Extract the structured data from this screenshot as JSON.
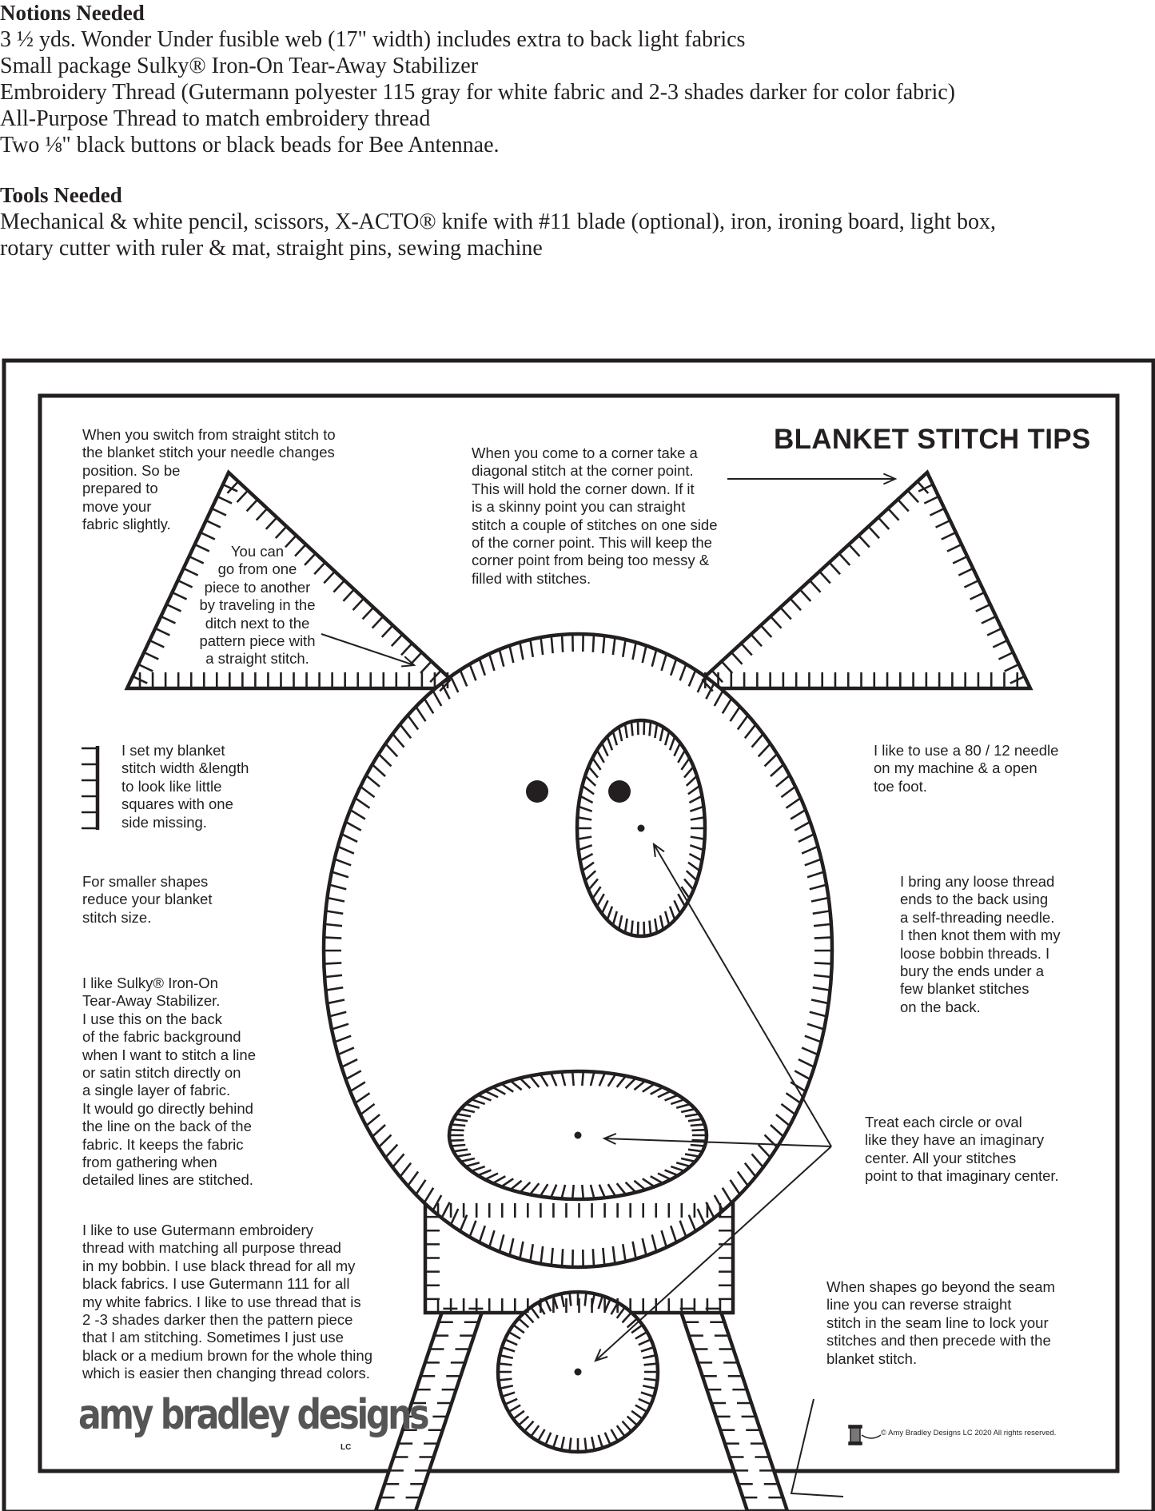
{
  "notions": {
    "heading": "Notions Needed",
    "lines": [
      "3 ½ yds. Wonder Under fusible web (17\" width) includes extra to back light fabrics",
      "Small package Sulky®  Iron-On Tear-Away Stabilizer",
      "Embroidery Thread (Gutermann polyester 115 gray for white fabric and 2-3 shades darker for color fabric)",
      "All-Purpose Thread to match embroidery thread",
      "Two ⅛\" black buttons or black beads for Bee Antennae."
    ]
  },
  "tools": {
    "heading": "Tools Needed",
    "lines": [
      "Mechanical & white pencil, scissors, X-ACTO® knife with #11 blade (optional), iron, ironing board, light box,",
      "rotary cutter with ruler & mat, straight pins, sewing machine"
    ]
  },
  "diagram": {
    "title": "BLANKET STITCH TIPS",
    "tips": {
      "needle_position": [
        "When you switch from straight stitch to",
        "the blanket stitch your needle changes",
        "position. So be",
        "prepared to",
        "move your",
        "fabric slightly."
      ],
      "travel_ditch": [
        "You can",
        "go from one",
        "piece to another",
        "by traveling in the",
        "ditch next to the",
        "pattern piece with",
        "a straight stitch."
      ],
      "corner": [
        "When you come to a corner take a",
        "diagonal stitch at the corner point.",
        "This will hold the corner down.  If it",
        "is a skinny point you can straight",
        "stitch a couple of stitches on one side",
        "of the corner point.  This will keep the",
        "corner point from being too messy &",
        "filled with stitches."
      ],
      "stitch_width": [
        "I set my blanket",
        "stitch width &length",
        "to look like little",
        "squares with one",
        "side missing."
      ],
      "needle_size": [
        "I like to use a 80 / 12 needle",
        "on my machine & a open",
        "toe foot."
      ],
      "smaller_shapes": [
        "For smaller shapes",
        "reduce your blanket",
        "stitch size."
      ],
      "loose_threads": [
        "I bring any loose thread",
        "ends to the back using",
        "a self-threading needle.",
        "I then knot them with my",
        "loose bobbin threads. I",
        "bury the ends under a",
        "few blanket stitches",
        "on the back."
      ],
      "stabilizer": [
        "I like Sulky® Iron-On",
        "Tear-Away Stabilizer.",
        "I use this on the back",
        "of the fabric background",
        "when I want to stitch a line",
        "or satin stitch directly on",
        "a single layer of fabric.",
        "It would go directly behind",
        "the line on the back of the",
        "fabric. It keeps the fabric",
        "from gathering when",
        "detailed lines are stitched."
      ],
      "circle_center": [
        "Treat each circle or oval",
        "like they have an imaginary",
        "center.  All your stitches",
        "point to that imaginary center."
      ],
      "thread": [
        "I like to use Gutermann embroidery",
        "thread with matching all purpose thread",
        "in my bobbin.  I use black thread for all my",
        "black fabrics.  I use Gutermann 111 for all",
        "my white fabrics. I like to use thread that is",
        "2 -3 shades darker then the pattern piece",
        "that I am stitching.  Sometimes I just use",
        "black or a medium brown for the whole thing",
        "which is easier then changing thread colors."
      ],
      "seam_line": [
        "When shapes go beyond the seam",
        "line you can reverse straight",
        "stitch in the seam line to lock your",
        "stitches and then precede with the",
        "blanket stitch."
      ]
    },
    "logo": {
      "text": "amy bradley designs",
      "suffix": "LC"
    },
    "copyright": "© Amy Bradley Designs LC 2020  All rights reserved.",
    "colors": {
      "ink": "#231f20",
      "logo_gray": "#555555",
      "background": "#ffffff"
    }
  }
}
